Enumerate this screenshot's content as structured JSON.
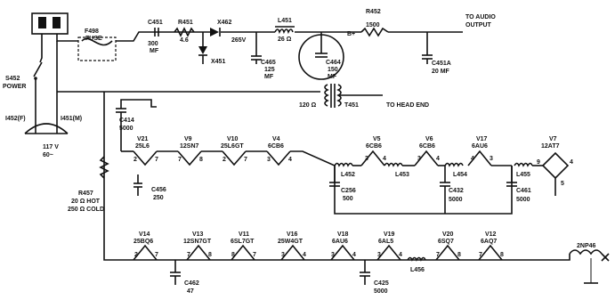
{
  "plug": {
    "label": ""
  },
  "fuse": {
    "ref": "F498",
    "name": "FUSE"
  },
  "switch": {
    "ref": "S452",
    "name": "POWER"
  },
  "lamp": {
    "ref_left": "I452(F)",
    "ref_right": "I451(M)",
    "rating_1": "117 V",
    "rating_2": "60~"
  },
  "c451": {
    "ref": "C451",
    "v1": "300",
    "v2": "MF"
  },
  "r451": {
    "ref": "R451",
    "v1": "4.6"
  },
  "x462": {
    "ref": "X462",
    "v1": "265V"
  },
  "x451": {
    "ref": "X451"
  },
  "c465": {
    "ref": "C465",
    "v1": "125",
    "v2": "MF"
  },
  "l451": {
    "ref": "L451",
    "v1": "26 Ω"
  },
  "c464": {
    "ref": "C464",
    "v1": "150",
    "v2": "MF"
  },
  "bplus": {
    "label": "B+"
  },
  "r452": {
    "ref": "R452",
    "v1": "1500"
  },
  "audio": {
    "l1": "TO AUDIO",
    "l2": "OUTPUT"
  },
  "c451a": {
    "ref": "C451A",
    "v1": "20 MF"
  },
  "t451": {
    "ref": "T451",
    "ohm": "120 Ω",
    "dest": "TO HEAD END"
  },
  "c414": {
    "ref": "C414",
    "v1": "5000"
  },
  "r457": {
    "ref": "R457",
    "v1": "20 Ω HOT",
    "v2": "250 Ω COLD"
  },
  "c456": {
    "ref": "C456",
    "v1": "250"
  },
  "upper_tubes": [
    {
      "ref": "V21",
      "type": "25L6",
      "p1": "2",
      "p2": "7"
    },
    {
      "ref": "V9",
      "type": "12SN7",
      "p1": "7",
      "p2": "8"
    },
    {
      "ref": "V10",
      "type": "25L6GT",
      "p1": "2",
      "p2": "7"
    },
    {
      "ref": "V4",
      "type": "6CB6",
      "p1": "3",
      "p2": "4"
    },
    {
      "ref": "V5",
      "type": "6CB6",
      "p1": "3",
      "p2": "4"
    },
    {
      "ref": "V6",
      "type": "6CB6",
      "p1": "3",
      "p2": "4"
    },
    {
      "ref": "V17",
      "type": "6AU6",
      "p1": "4",
      "p2": "3"
    }
  ],
  "v7": {
    "ref": "V7",
    "type": "12AT7",
    "p1": "9",
    "p2": "4",
    "p3": "5"
  },
  "l452": {
    "ref": "L452"
  },
  "l453": {
    "ref": "L453"
  },
  "l454": {
    "ref": "L454"
  },
  "l455": {
    "ref": "L455"
  },
  "c256": {
    "ref": "C256",
    "v1": "500"
  },
  "c432": {
    "ref": "C432",
    "v1": "5000"
  },
  "c461": {
    "ref": "C461",
    "v1": "5000"
  },
  "lower_tubes": [
    {
      "ref": "V14",
      "type": "25BQ6",
      "p1": "2",
      "p2": "7"
    },
    {
      "ref": "V13",
      "type": "12SN7GT",
      "p1": "7",
      "p2": "8"
    },
    {
      "ref": "V11",
      "type": "6SL7GT",
      "p1": "8",
      "p2": "7"
    },
    {
      "ref": "V16",
      "type": "25W4GT",
      "p1": "3",
      "p2": "4"
    },
    {
      "ref": "V18",
      "type": "6AU6",
      "p1": "3",
      "p2": "4"
    },
    {
      "ref": "V19",
      "type": "6AL5",
      "p1": "3",
      "p2": "4"
    },
    {
      "ref": "V20",
      "type": "6SQ7",
      "p1": "7",
      "p2": "8"
    },
    {
      "ref": "V12",
      "type": "6AQ7",
      "p1": "7",
      "p2": "8"
    }
  ],
  "c462": {
    "ref": "C462",
    "v1": "47"
  },
  "c425": {
    "ref": "C425",
    "v1": "5000"
  },
  "l456": {
    "ref": "L456"
  },
  "rp46": {
    "ref": "2NP46"
  }
}
